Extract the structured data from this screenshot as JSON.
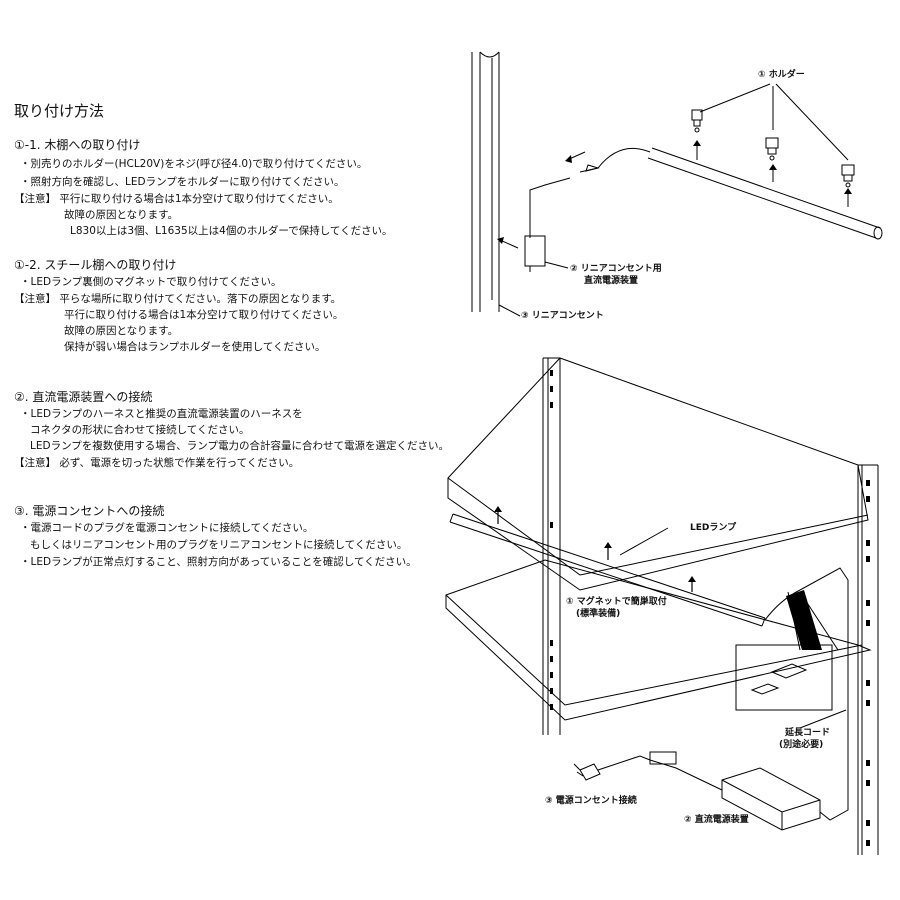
{
  "title": "取り付け方法",
  "section1": {
    "heading": "①-1.  木棚への取り付け",
    "lines": [
      "・別売りのホルダー(HCL20V)をネジ(呼び径4.0)で取り付けてください。",
      "・照射方向を確認し、LEDランプをホルダーに取り付けてください。",
      "【注意】 平行に取り付ける場合は1本分空けて取り付けてください。",
      "故障の原因となります。",
      "L830以上は3個、L1635以上は4個のホルダーで保持してください。"
    ]
  },
  "section2": {
    "heading": "①-2.  スチール棚への取り付け",
    "lines": [
      "・LEDランプ裏側のマグネットで取り付けてください。",
      "【注意】 平らな場所に取り付けてください。落下の原因となります。",
      "平行に取り付ける場合は1本分空けて取り付けてください。",
      "故障の原因となります。",
      "保持が弱い場合はランプホルダーを使用してください。"
    ]
  },
  "section3": {
    "heading": "②.  直流電源装置への接続",
    "lines": [
      "・LEDランプのハーネスと推奨の直流電源装置のハーネスを",
      "コネクタの形状に合わせて接続してください。",
      "LEDランプを複数使用する場合、ランプ電力の合計容量に合わせて電源を選定ください。",
      "【注意】 必ず、電源を切った状態で作業を行ってください。"
    ]
  },
  "section4": {
    "heading": "③.  電源コンセントへの接続",
    "lines": [
      "・電源コードのプラグを電源コンセントに接続してください。",
      "もしくはリニアコンセント用のプラグをリニアコンセントに接続してください。",
      "・LEDランプが正常点灯すること、照射方向があっていることを確認してください。"
    ]
  },
  "diagram_top": {
    "holder": "① ホルダー",
    "dc_power_1": "② リニアコンセント用",
    "dc_power_2": "直流電源装置",
    "linear_outlet": "③ リニアコンセント"
  },
  "diagram_bottom": {
    "led_lamp": "LEDランプ",
    "magnet_1": "① マグネットで簡単取付",
    "magnet_2": "(標準装備)",
    "extension_1": "延長コード",
    "extension_2": "(別途必要)",
    "outlet": "③ 電源コンセント接続",
    "dc_power": "② 直流電源装置"
  }
}
